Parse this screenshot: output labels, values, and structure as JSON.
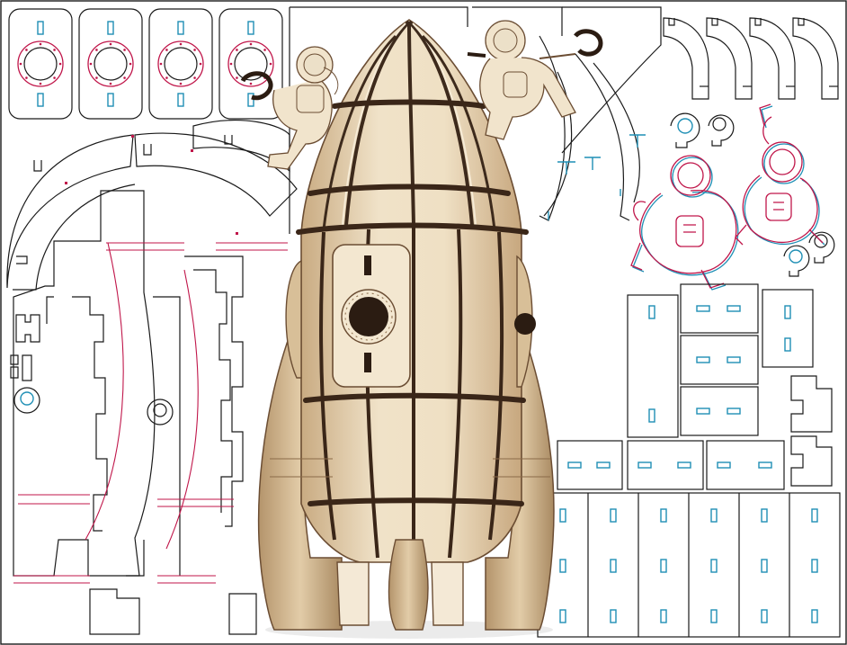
{
  "colors": {
    "background": "#ffffff",
    "cut_line": "#1a1a1a",
    "engrave_red": "#c0164a",
    "engrave_blue": "#1f8fb5",
    "wood_light": "#efe0c6",
    "wood_mid": "#dcc4a0",
    "wood_dark": "#b89a72",
    "wood_edge": "#4a3424",
    "astronaut_suit": "#f1e4cc"
  },
  "parts": {
    "porthole_panels": 4,
    "fin_strips": 4,
    "right_rect_panels": 6,
    "bottom_grid_columns": 6
  }
}
